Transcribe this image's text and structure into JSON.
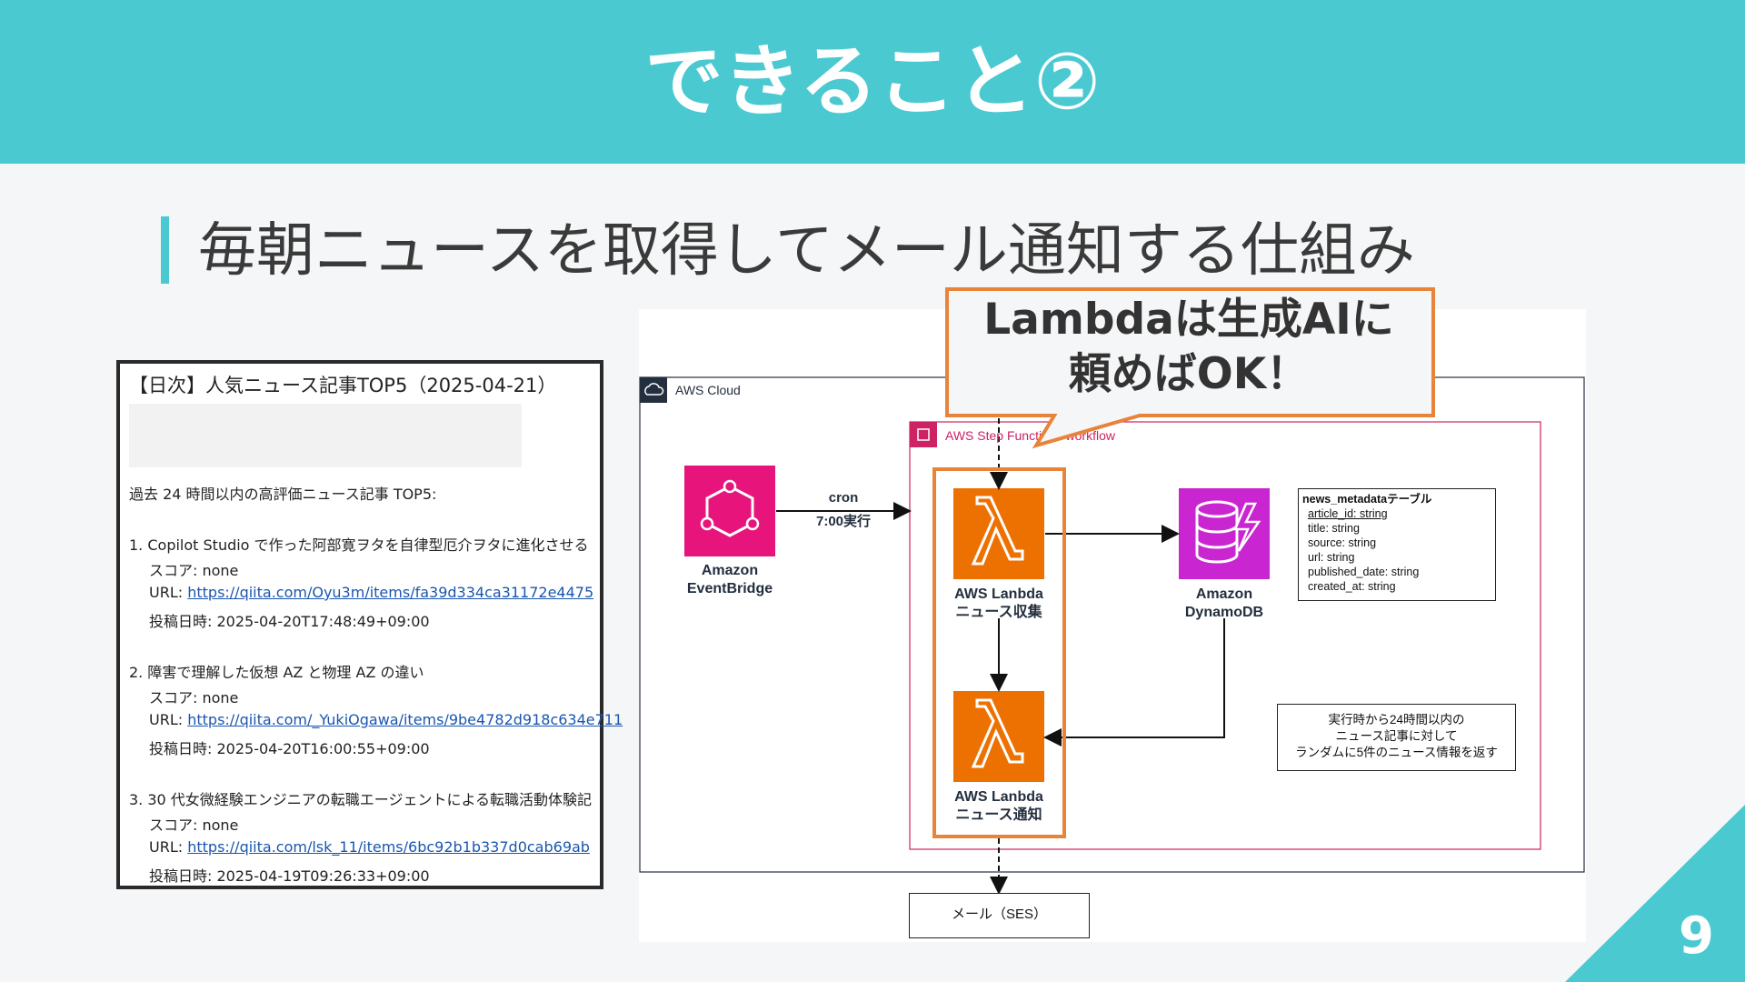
{
  "slide": {
    "title": "できること②",
    "subtitle": "毎朝ニュースを取得してメール通知する仕組み",
    "page_number": "9",
    "accent_color": "#4ac9d1"
  },
  "email": {
    "subject": "【日次】人気ニュース記事TOP5（2025-04-21）",
    "intro": "過去 24 時間以内の高評価ニュース記事 TOP5:",
    "items": [
      {
        "title": "1. Copilot Studio で作った阿部寛ヲタを自律型厄介ヲタに進化させる",
        "score": "スコア: none",
        "url_prefix": "URL: ",
        "url": "https://qiita.com/Oyu3m/items/fa39d334ca31172e4475",
        "posted": "投稿日時: 2025-04-20T17:48:49+09:00"
      },
      {
        "title": "2. 障害で理解した仮想 AZ と物理 AZ の違い",
        "score": "スコア: none",
        "url_prefix": "URL: ",
        "url": "https://qiita.com/_YukiOgawa/items/9be4782d918c634e711",
        "posted": "投稿日時: 2025-04-20T16:00:55+09:00"
      },
      {
        "title": "3. 30 代女微経験エンジニアの転職エージェントによる転職活動体験記",
        "score": "スコア: none",
        "url_prefix": "URL: ",
        "url": "https://qiita.com/lsk_11/items/6bc92b1b337d0cab69ab",
        "posted": "投稿日時: 2025-04-19T09:26:33+09:00"
      }
    ]
  },
  "diagram": {
    "aws_cloud_label": "AWS Cloud",
    "step_functions_label": "AWS Step Functions workflow",
    "eventbridge": {
      "line1": "Amazon",
      "line2": "EventBridge",
      "color": "#e7157b"
    },
    "cron_label": "cron",
    "schedule_label": "7:00実行",
    "lambda_collect": {
      "line1": "AWS Lanbda",
      "line2": "ニュース収集"
    },
    "lambda_notify": {
      "line1": "AWS Lanbda",
      "line2": "ニュース通知"
    },
    "lambda_color": "#ed7100",
    "dynamodb": {
      "line1": "Amazon",
      "line2": "DynamoDB",
      "color": "#c925d1"
    },
    "table": {
      "name": "news_metadataテーブル",
      "fields": [
        "article_id: string",
        "title: string",
        "source: string",
        "url: string",
        "published_date: string",
        "created_at: string"
      ]
    },
    "note": [
      "実行時から24時間以内の",
      "ニュース記事に対して",
      "ランダムに5件のニュース情報を返す"
    ],
    "ses_label": "メール（SES）",
    "highlight_color": "#e8843a"
  },
  "callout": {
    "line1": "Lambdaは生成AIに",
    "line2": "頼めばOK！"
  }
}
